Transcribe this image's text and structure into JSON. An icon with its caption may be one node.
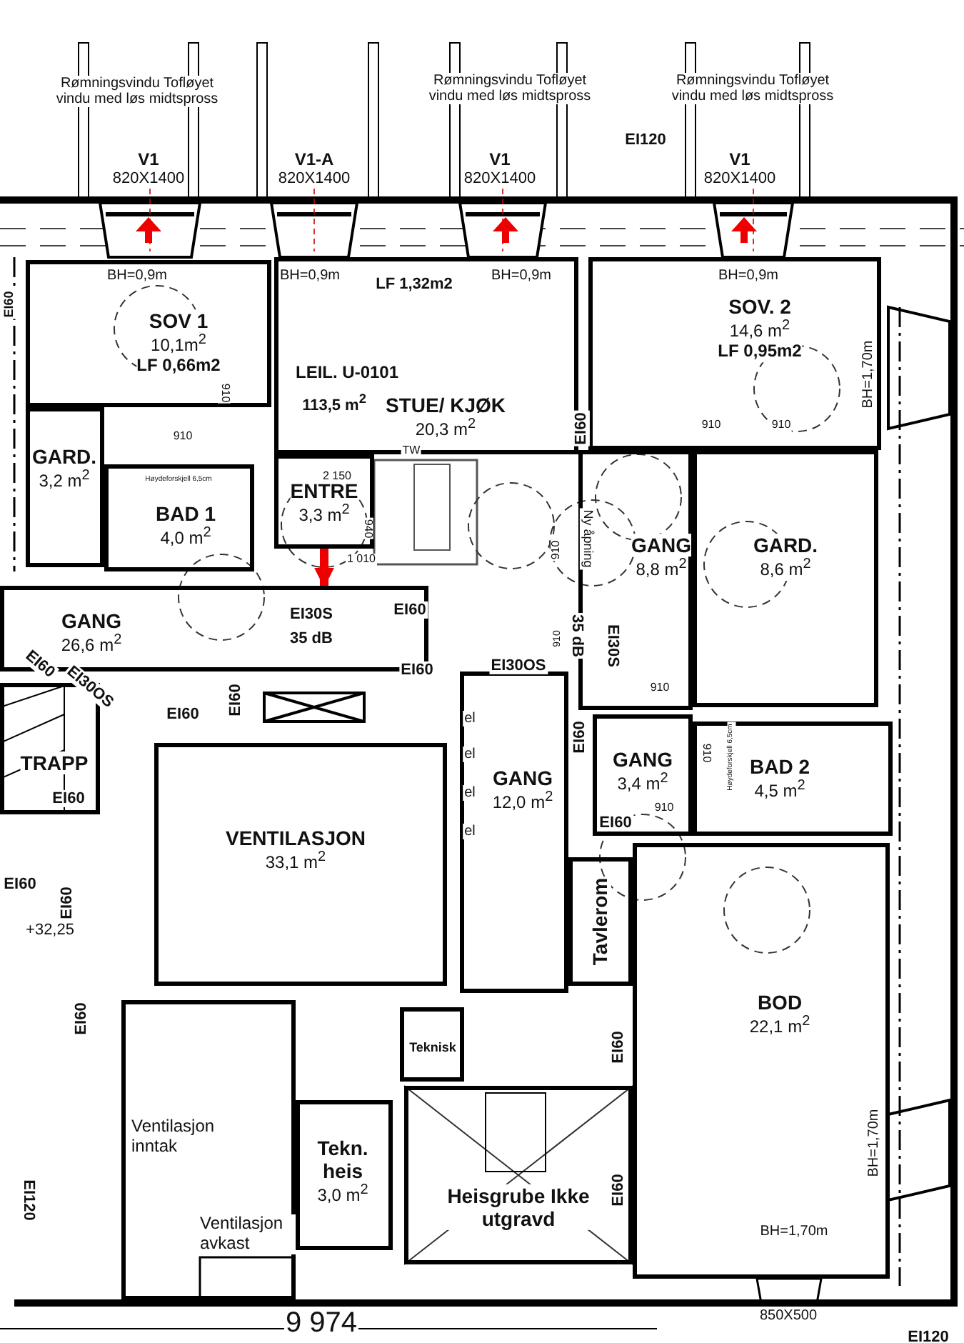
{
  "diagram": {
    "nodes": [
      {
        "text": [
          "SOV 1",
          "10,1m$^{2}$",
          "LF 0,66m2"
        ]
      },
      {
        "text": [
          "STUE/ KJØK",
          "20,3 m$^{2}$"
        ]
      },
      {
        "text": [
          "SOV. 2",
          "14,6 m$^{2}$",
          "LF 0,95m2"
        ]
      },
      {
        "text": [
          "GARD.",
          "3,2 m$^{2}$"
        ]
      },
      {
        "text": [
          "BAD 1",
          "4,0 m$^{2}$"
        ]
      },
      {
        "text": [
          "ENTRE",
          "3,3 m$^{2}$"
        ]
      },
      {
        "text": [
          "GANG",
          "8,8 m$^{2}$"
        ]
      },
      {
        "text": [
          "GARD.",
          "8,6 m$^{2}$"
        ]
      },
      {
        "text": [
          "GANG",
          "26,6 m$^{2}$"
        ]
      },
      {
        "text": [
          "TRAPP"
        ]
      },
      {
        "text": [
          "VENTILASJON",
          "33,1 m$^{2}$"
        ]
      },
      {
        "text": [
          "GANG",
          "12,0 m$^{2}$"
        ]
      },
      {
        "text": [
          "GANG",
          "3,4 m$^{2}$"
        ]
      },
      {
        "text": [
          "BAD 2",
          "4,5 m$^{2}$"
        ]
      },
      {
        "text": [
          "Tavlerom"
        ]
      },
      {
        "text": [
          "BOD",
          "22,1 m$^{2}$"
        ]
      },
      {
        "text": [
          "Teknisk"
        ]
      },
      {
        "text": [
          "Ventilasjon inntak",
          "Ventilasjon avkast"
        ]
      },
      {
        "text": [
          "Tekn. heis",
          "3,0 m$^{2}$"
        ]
      },
      {
        "text": [
          "Heisgrube Ikke utgravd"
        ]
      }
    ],
    "edges": [
      {
        "from": 5,
        "to": 8,
        "arrow": "to",
        "color": "#ee0000"
      }
    ],
    "labels": [
      "Rømningsvindu Tofløyet vindu med løs midtspross",
      "V1",
      "820X1400",
      "V1-A",
      "820X1400",
      "Rømningsvindu Tofløyet vindu med løs midtspross",
      "V1",
      "820X1400",
      "EI120",
      "Rømningsvindu Tofløyet vindu med løs midtspross",
      "V1",
      "820X1400",
      "BH=0,9m",
      "BH=0,9m",
      "BH=0,9m",
      "BH=0,9m",
      "LF 1,32m2",
      "EI60",
      "LEIL. U-0101",
      "113,5 m$^{2}$",
      "910",
      "910",
      "Høydeforskjell 6,5cm",
      "TW",
      "2 150",
      "940",
      "1 010",
      "Ny åpning",
      "910",
      "EI60",
      "BH=1,70m",
      "910",
      "910",
      "EI30S",
      "35 dB",
      "EI60",
      "35 dB",
      "EI30S",
      "910",
      "EI30OS",
      "EI60",
      "EI60",
      "EI60",
      "EI60",
      "EI30OS",
      "EI60",
      "el",
      "el",
      "el",
      "el",
      "EI60",
      "910",
      "910",
      "910",
      "Høydeforskjell 6,5cm",
      "EI60",
      "EI60",
      "EI60",
      "+32,25",
      "EI60",
      "EI60",
      "EI60",
      "EI120",
      "BH=1,70m",
      "BH=1,70m",
      "850X500",
      "9 974",
      "EI120"
    ]
  }
}
